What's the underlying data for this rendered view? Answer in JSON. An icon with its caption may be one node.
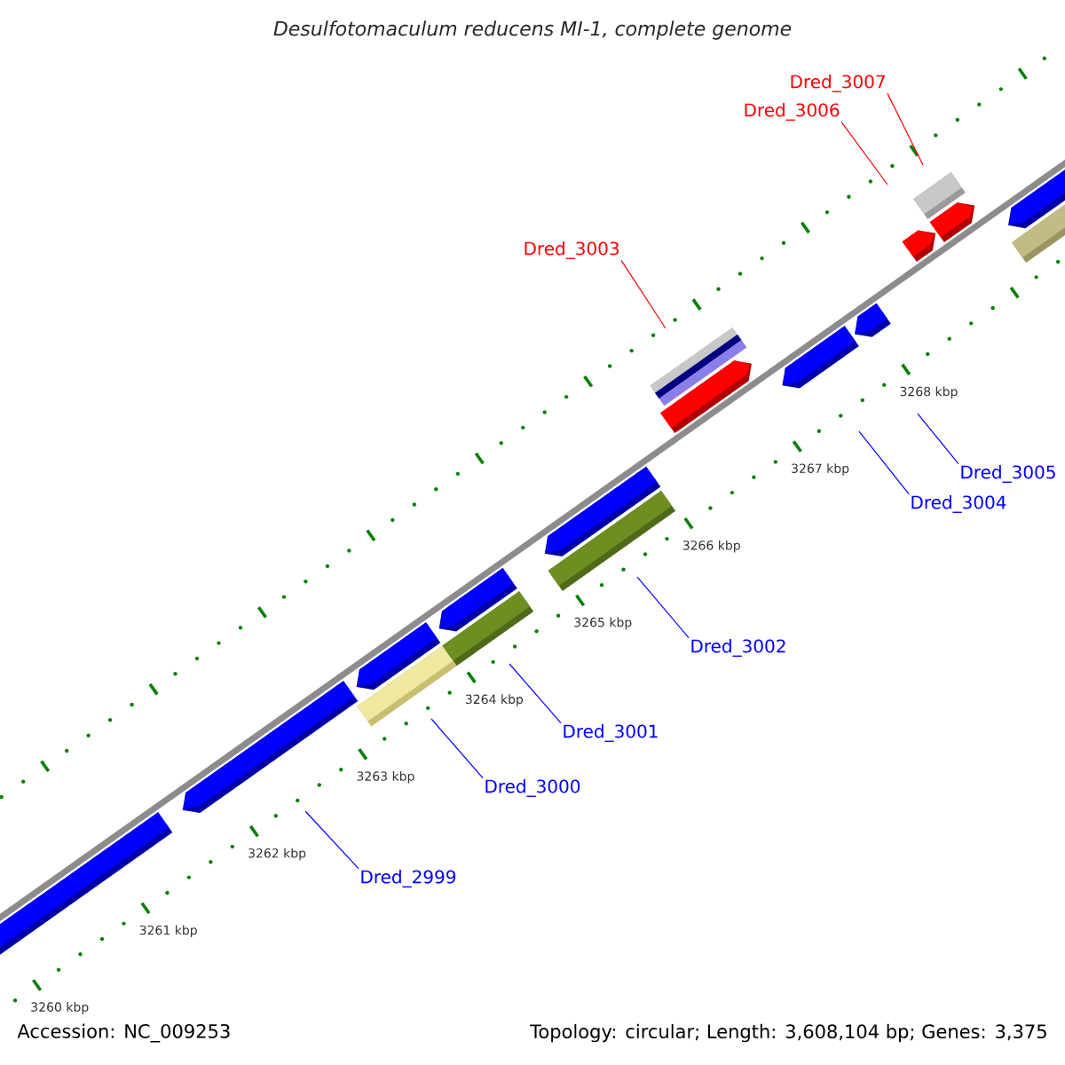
{
  "diagram": {
    "title": "Desulfotomaculum reducens MI-1, complete genome",
    "nodes": [
      {
        "text": [
          "Dred_3007"
        ]
      },
      {
        "text": [
          "Dred_3006"
        ]
      },
      {
        "text": [
          "Dred_3003"
        ]
      },
      {
        "text": [
          "Dred_3005"
        ]
      },
      {
        "text": [
          "Dred_3004"
        ]
      },
      {
        "text": [
          "Dred_3002"
        ]
      },
      {
        "text": [
          "Dred_3001"
        ]
      },
      {
        "text": [
          "Dred_3000"
        ]
      },
      {
        "text": [
          "Dred_2999"
        ]
      }
    ],
    "edges": [
      {
        "from": 0,
        "to": null,
        "arrow": "none",
        "color": "#ff0000"
      },
      {
        "from": 1,
        "to": null,
        "arrow": "none",
        "color": "#ff0000"
      },
      {
        "from": 2,
        "to": null,
        "arrow": "none",
        "color": "#ff0000"
      },
      {
        "from": 3,
        "to": null,
        "arrow": "none"
      },
      {
        "from": 4,
        "to": null,
        "arrow": "none"
      },
      {
        "from": 5,
        "to": null,
        "arrow": "none"
      },
      {
        "from": 6,
        "to": null,
        "arrow": "none"
      },
      {
        "from": 7,
        "to": null,
        "arrow": "none"
      },
      {
        "from": 8,
        "to": null,
        "arrow": "none"
      }
    ],
    "labels": [
      "3268 kbp",
      "3267 kbp",
      "3266 kbp",
      "3265 kbp",
      "3264 kbp",
      "3263 kbp",
      "3262 kbp",
      "3261 kbp",
      "3260 kbp",
      "Accession: NC_009253",
      "Topology: circular; Length: 3,608,104 bp; Genes: 3,375"
    ]
  }
}
